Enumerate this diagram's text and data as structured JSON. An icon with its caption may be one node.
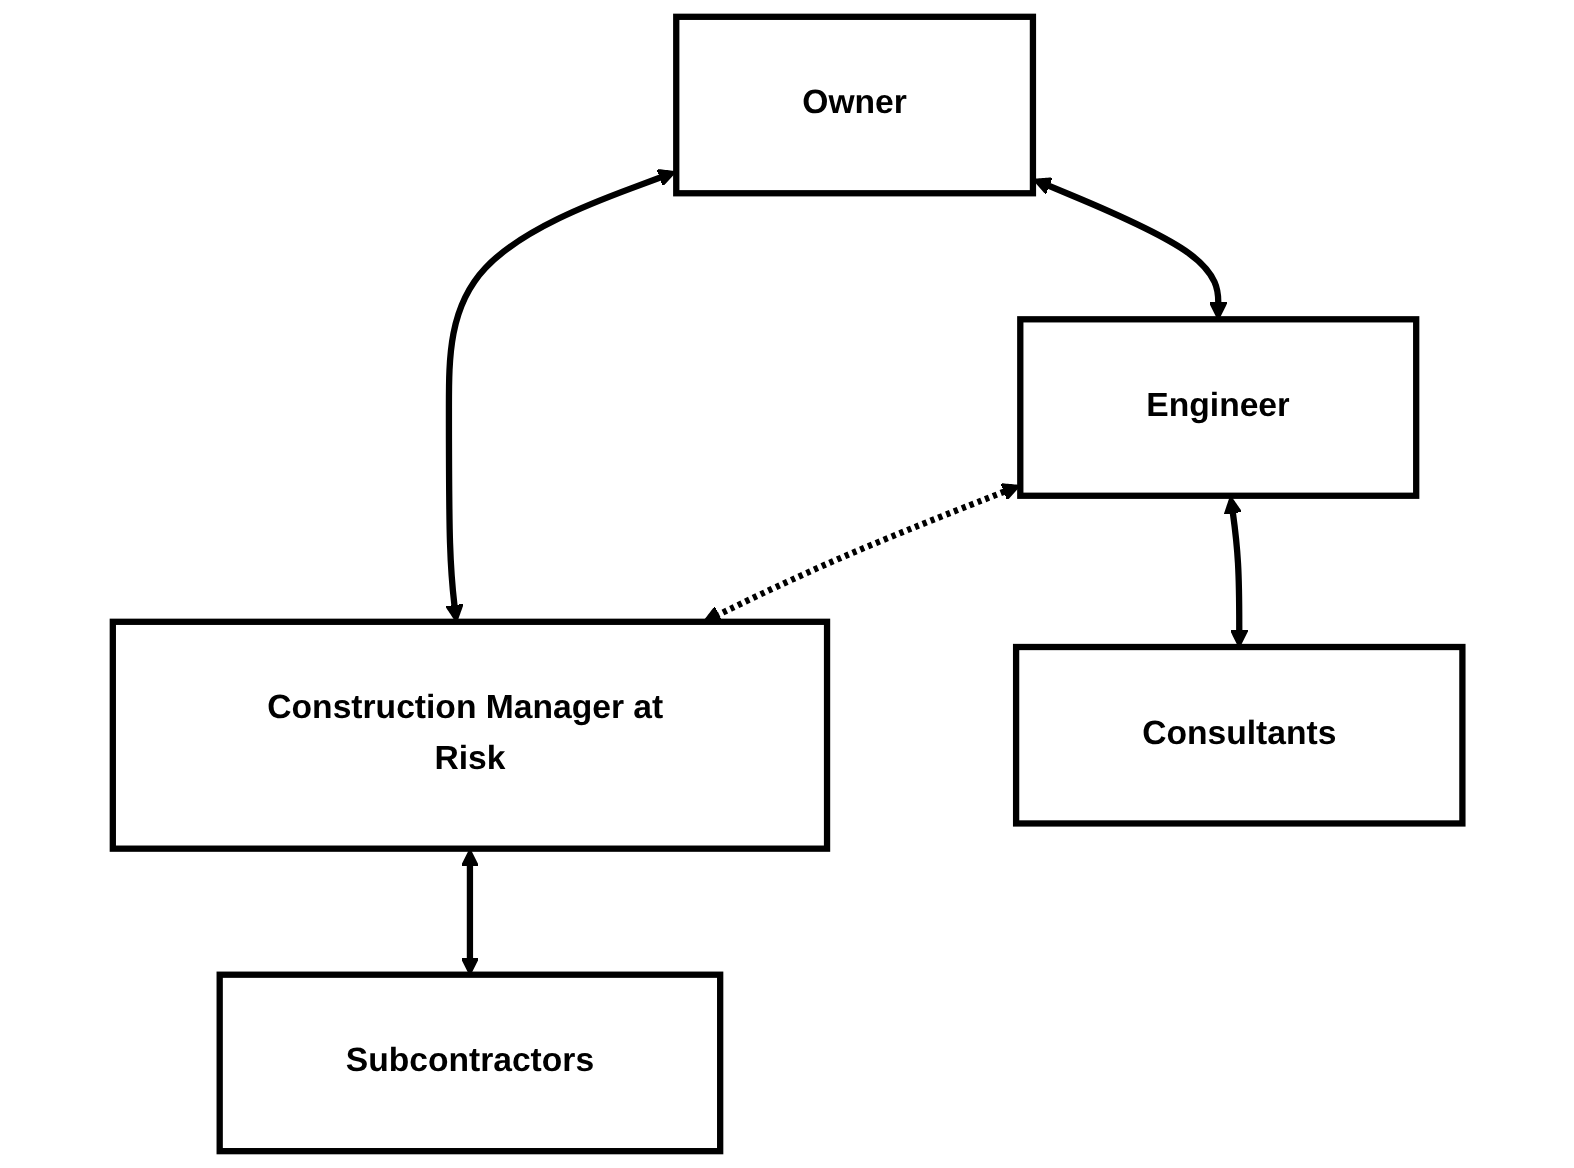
{
  "diagram": {
    "nodes": [
      {
        "text": [
          "Owner"
        ]
      },
      {
        "text": [
          "Engineer"
        ]
      },
      {
        "text": [
          "Construction Manager at Risk"
        ]
      },
      {
        "text": [
          "Consultants"
        ]
      },
      {
        "text": [
          "Subcontractors"
        ]
      }
    ],
    "edges": [
      {
        "from": 0,
        "to": 1,
        "arrow": "both"
      },
      {
        "from": 0,
        "to": 2,
        "arrow": "both"
      },
      {
        "from": 1,
        "to": 2,
        "arrow": "both",
        "style": "dashed"
      },
      {
        "from": 1,
        "to": 3,
        "arrow": "both"
      },
      {
        "from": 2,
        "to": 4,
        "arrow": "both"
      }
    ]
  }
}
